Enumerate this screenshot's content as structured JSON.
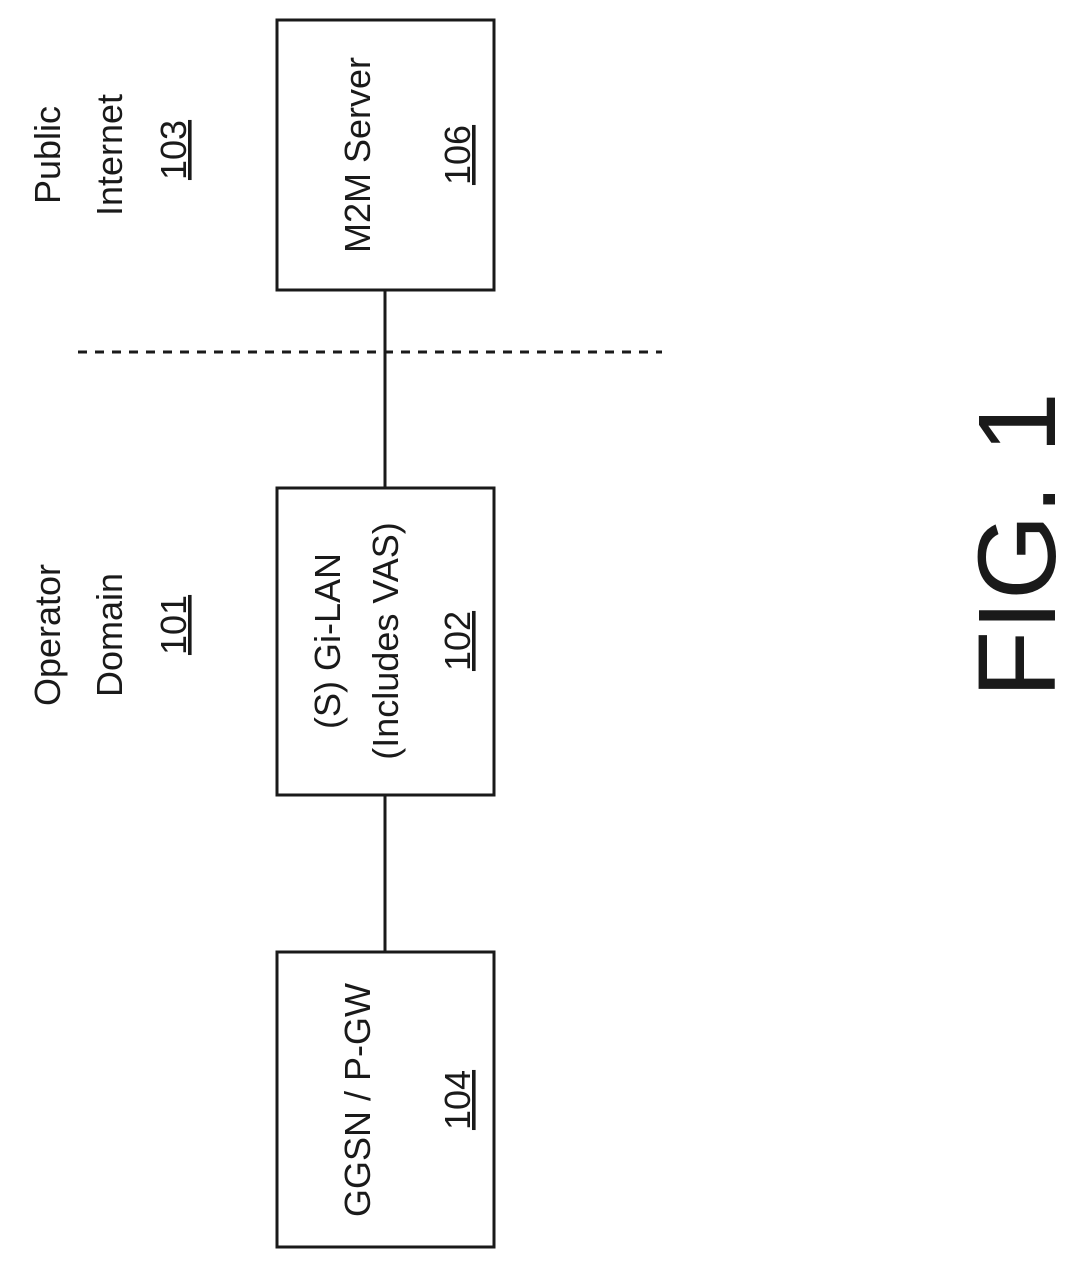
{
  "regions": {
    "operator": {
      "line1": "Operator",
      "line2": "Domain",
      "ref": "101"
    },
    "public": {
      "line1": "Public",
      "line2": "Internet",
      "ref": "103"
    }
  },
  "nodes": {
    "ggsn": {
      "line1": "GGSN / P-GW",
      "ref": "104"
    },
    "gilan": {
      "line1": "(S) Gi-LAN",
      "line2": "(Includes VAS)",
      "ref": "102"
    },
    "m2m": {
      "line1": "M2M Server",
      "ref": "106"
    }
  },
  "figure": {
    "label": "FIG. 1"
  }
}
